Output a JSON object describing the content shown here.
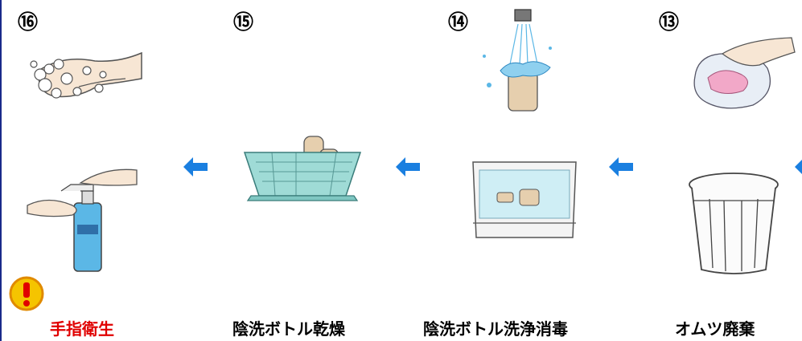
{
  "steps": [
    {
      "number": "⑯",
      "label": "手指衛生",
      "icons": [
        "soap-lather-hands-icon",
        "hand-sanitizer-pump-icon"
      ],
      "warning": true
    },
    {
      "number": "⑮",
      "label": "陰洗ボトル乾燥",
      "icons": [
        "drying-basket-bottles-icon"
      ]
    },
    {
      "number": "⑭",
      "label": "陰洗ボトル洗浄消毒",
      "icons": [
        "faucet-washing-bottle-icon",
        "disinfection-tub-icon"
      ]
    },
    {
      "number": "⑬",
      "label": "オムツ廃棄",
      "icons": [
        "diaper-in-plastic-bag-icon",
        "trash-bin-icon"
      ]
    }
  ],
  "colors": {
    "arrow": "#1a7fe0",
    "warning": "#e00000",
    "warning_ring": "#f5c400",
    "sanitizer": "#5bb7e6",
    "tub": "#cfeef5"
  }
}
